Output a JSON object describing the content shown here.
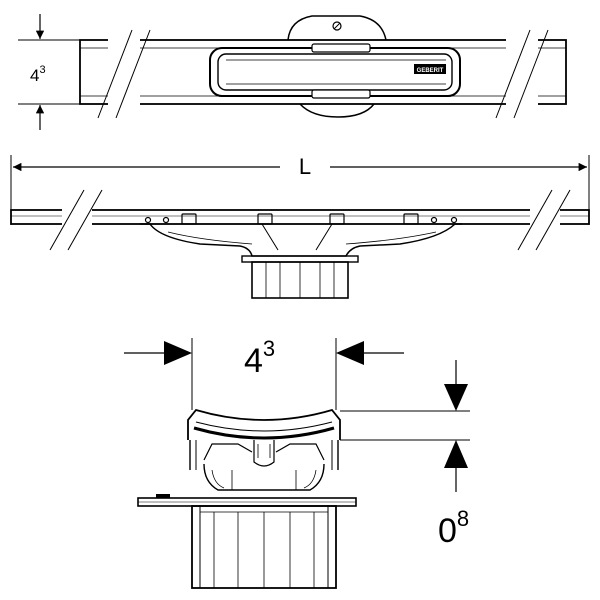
{
  "top_view": {
    "height_dim": {
      "base": "4",
      "exp": "3"
    },
    "logo_text": "GEBERIT"
  },
  "side_view": {
    "length_dim": "L"
  },
  "section_view": {
    "width_dim": {
      "base": "4",
      "exp": "3"
    },
    "depth_dim": {
      "base": "0",
      "exp": "8"
    }
  },
  "colors": {
    "line": "#000000",
    "background": "#ffffff"
  }
}
